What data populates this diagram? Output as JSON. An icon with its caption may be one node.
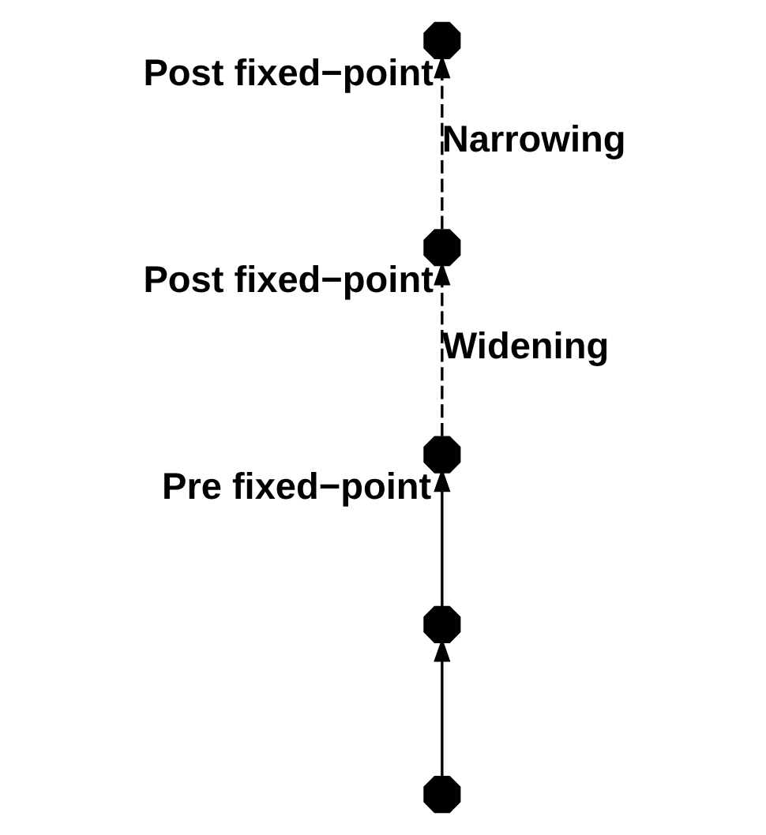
{
  "diagram": {
    "nodes": [
      {
        "text": [],
        "shape": "octagon",
        "beside": [
          "Post fixed−point"
        ]
      },
      {
        "text": [],
        "shape": "octagon",
        "beside": [
          "Post fixed−point"
        ]
      },
      {
        "text": [],
        "shape": "octagon",
        "beside": [
          "Pre fixed−point"
        ]
      },
      {
        "text": [],
        "shape": "octagon"
      },
      {
        "text": [],
        "shape": "octagon"
      }
    ],
    "edges": [
      {
        "from": 4,
        "to": 3,
        "arrow": "to"
      },
      {
        "from": 3,
        "to": 2,
        "arrow": "to"
      },
      {
        "from": 2,
        "to": 0,
        "arrow": "to",
        "style": "dashed",
        "label": "Widening"
      },
      {
        "from": 0,
        "to": 1,
        "arrow": "to",
        "style": "dashed",
        "label": "Narrowing"
      }
    ]
  }
}
